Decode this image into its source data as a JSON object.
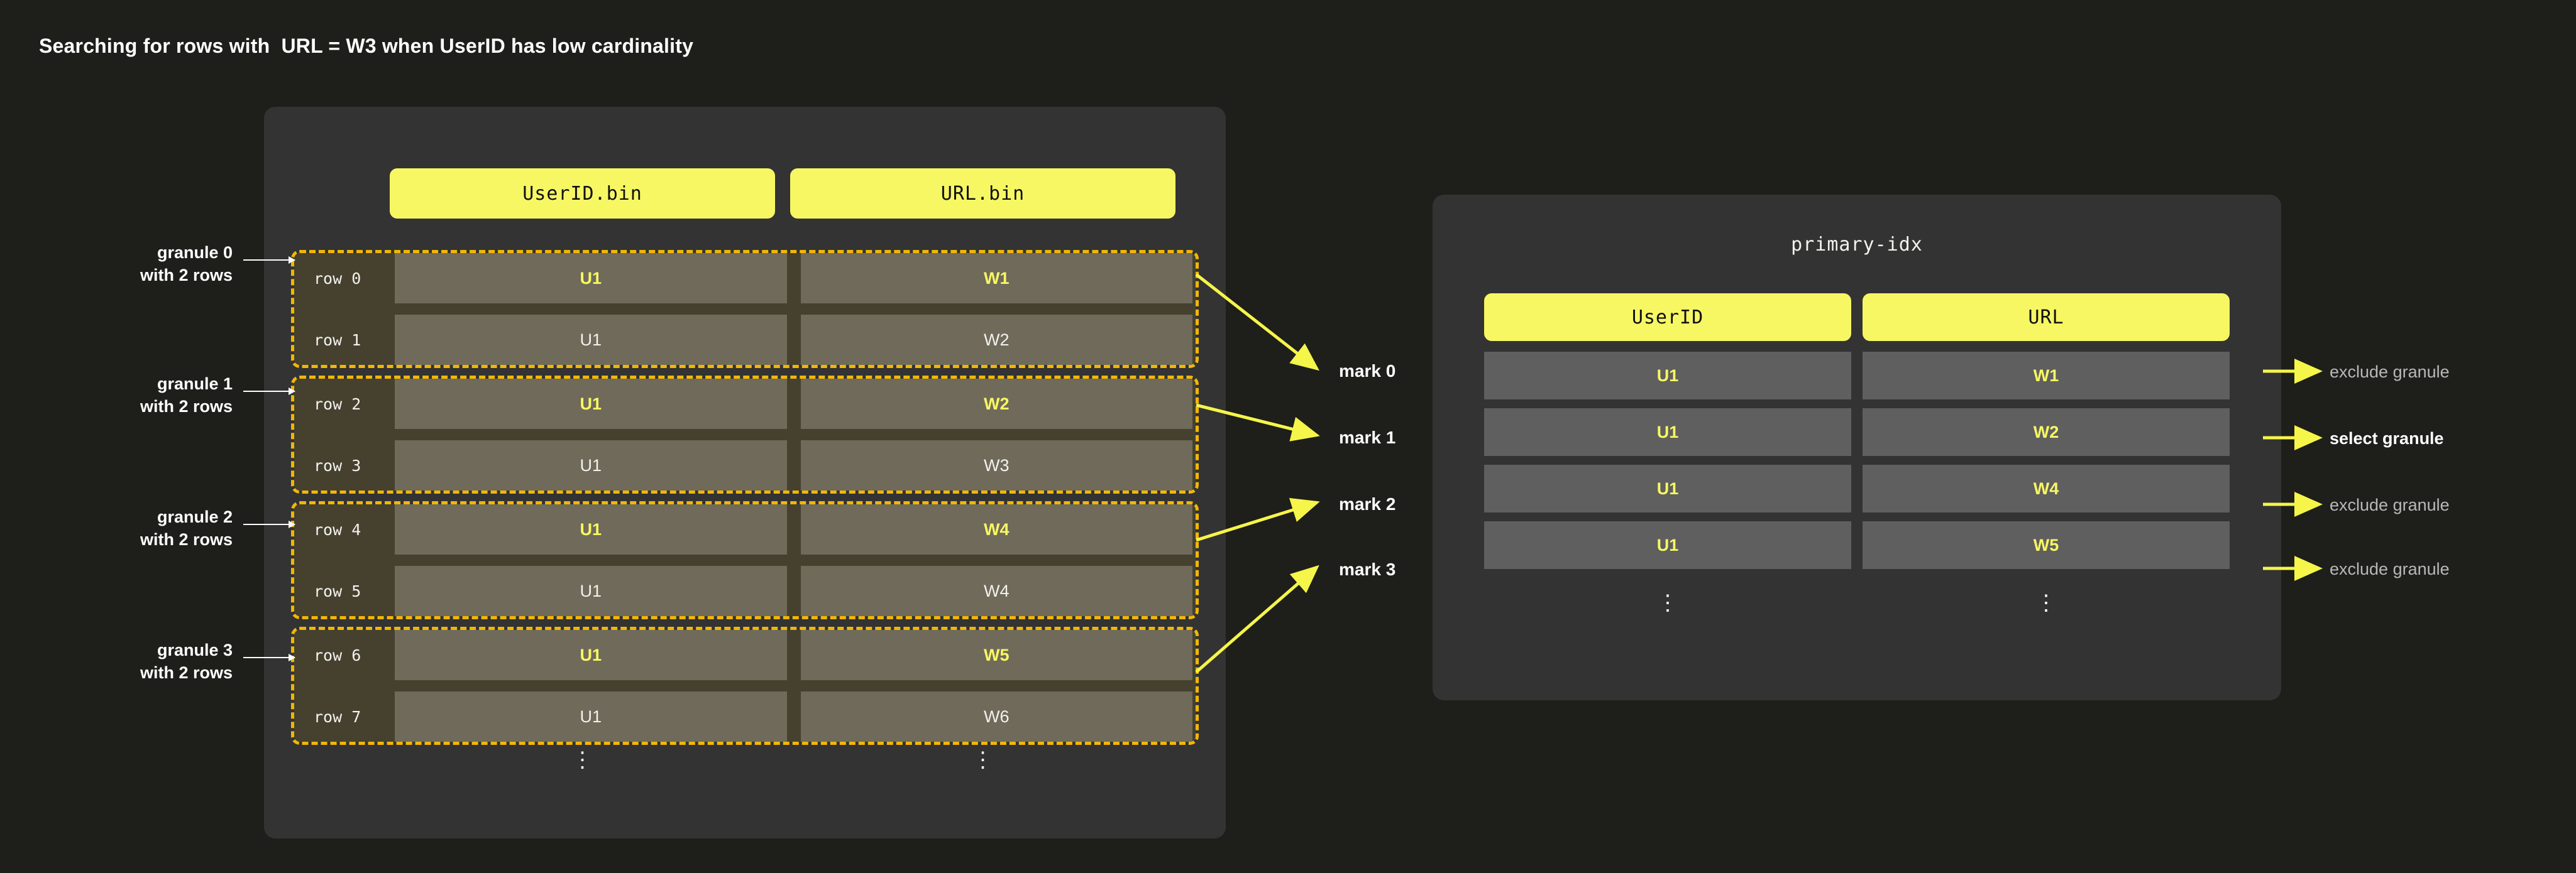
{
  "title": "Searching for rows with  URL = W3 when UserID has low cardinality",
  "parts_panel": {
    "columns": [
      "UserID.bin",
      "URL.bin"
    ],
    "ellipsis": "⋮",
    "granules": [
      {
        "caption_line1": "granule 0",
        "caption_line2": "with 2 rows",
        "rows": [
          {
            "label": "row 0",
            "userid": "U1",
            "url": "W1",
            "highlight": true
          },
          {
            "label": "row 1",
            "userid": "U1",
            "url": "W2",
            "highlight": false
          }
        ]
      },
      {
        "caption_line1": "granule 1",
        "caption_line2": "with 2 rows",
        "rows": [
          {
            "label": "row 2",
            "userid": "U1",
            "url": "W2",
            "highlight": true
          },
          {
            "label": "row 3",
            "userid": "U1",
            "url": "W3",
            "highlight": false
          }
        ]
      },
      {
        "caption_line1": "granule 2",
        "caption_line2": "with 2 rows",
        "rows": [
          {
            "label": "row 4",
            "userid": "U1",
            "url": "W4",
            "highlight": true
          },
          {
            "label": "row 5",
            "userid": "U1",
            "url": "W4",
            "highlight": false
          }
        ]
      },
      {
        "caption_line1": "granule 3",
        "caption_line2": "with 2 rows",
        "rows": [
          {
            "label": "row 6",
            "userid": "U1",
            "url": "W5",
            "highlight": true
          },
          {
            "label": "row 7",
            "userid": "U1",
            "url": "W6",
            "highlight": false
          }
        ]
      }
    ]
  },
  "marks": [
    "mark 0",
    "mark 1",
    "mark 2",
    "mark 3"
  ],
  "index_panel": {
    "title": "primary-idx",
    "columns": [
      "UserID",
      "URL"
    ],
    "ellipsis": "⋮",
    "rows": [
      {
        "userid": "U1",
        "url": "W1",
        "outcome": "exclude granule",
        "outcome_kind": "exclude"
      },
      {
        "userid": "U1",
        "url": "W2",
        "outcome": "select granule",
        "outcome_kind": "select"
      },
      {
        "userid": "U1",
        "url": "W4",
        "outcome": "exclude granule",
        "outcome_kind": "exclude"
      },
      {
        "userid": "U1",
        "url": "W5",
        "outcome": "exclude granule",
        "outcome_kind": "exclude"
      }
    ]
  },
  "colors": {
    "page_background": "#1e1e1a",
    "panel_background": "#333333",
    "accent_yellow": "#f7f764",
    "granule_border": "#f2b705",
    "cell_background": "#706a5a",
    "row_label_background": "#46412f",
    "index_cell_background": "#5f5f5f",
    "arrow_yellow": "#f5f54a",
    "text_white": "#ffffff",
    "text_muted": "#b8b8b8"
  }
}
